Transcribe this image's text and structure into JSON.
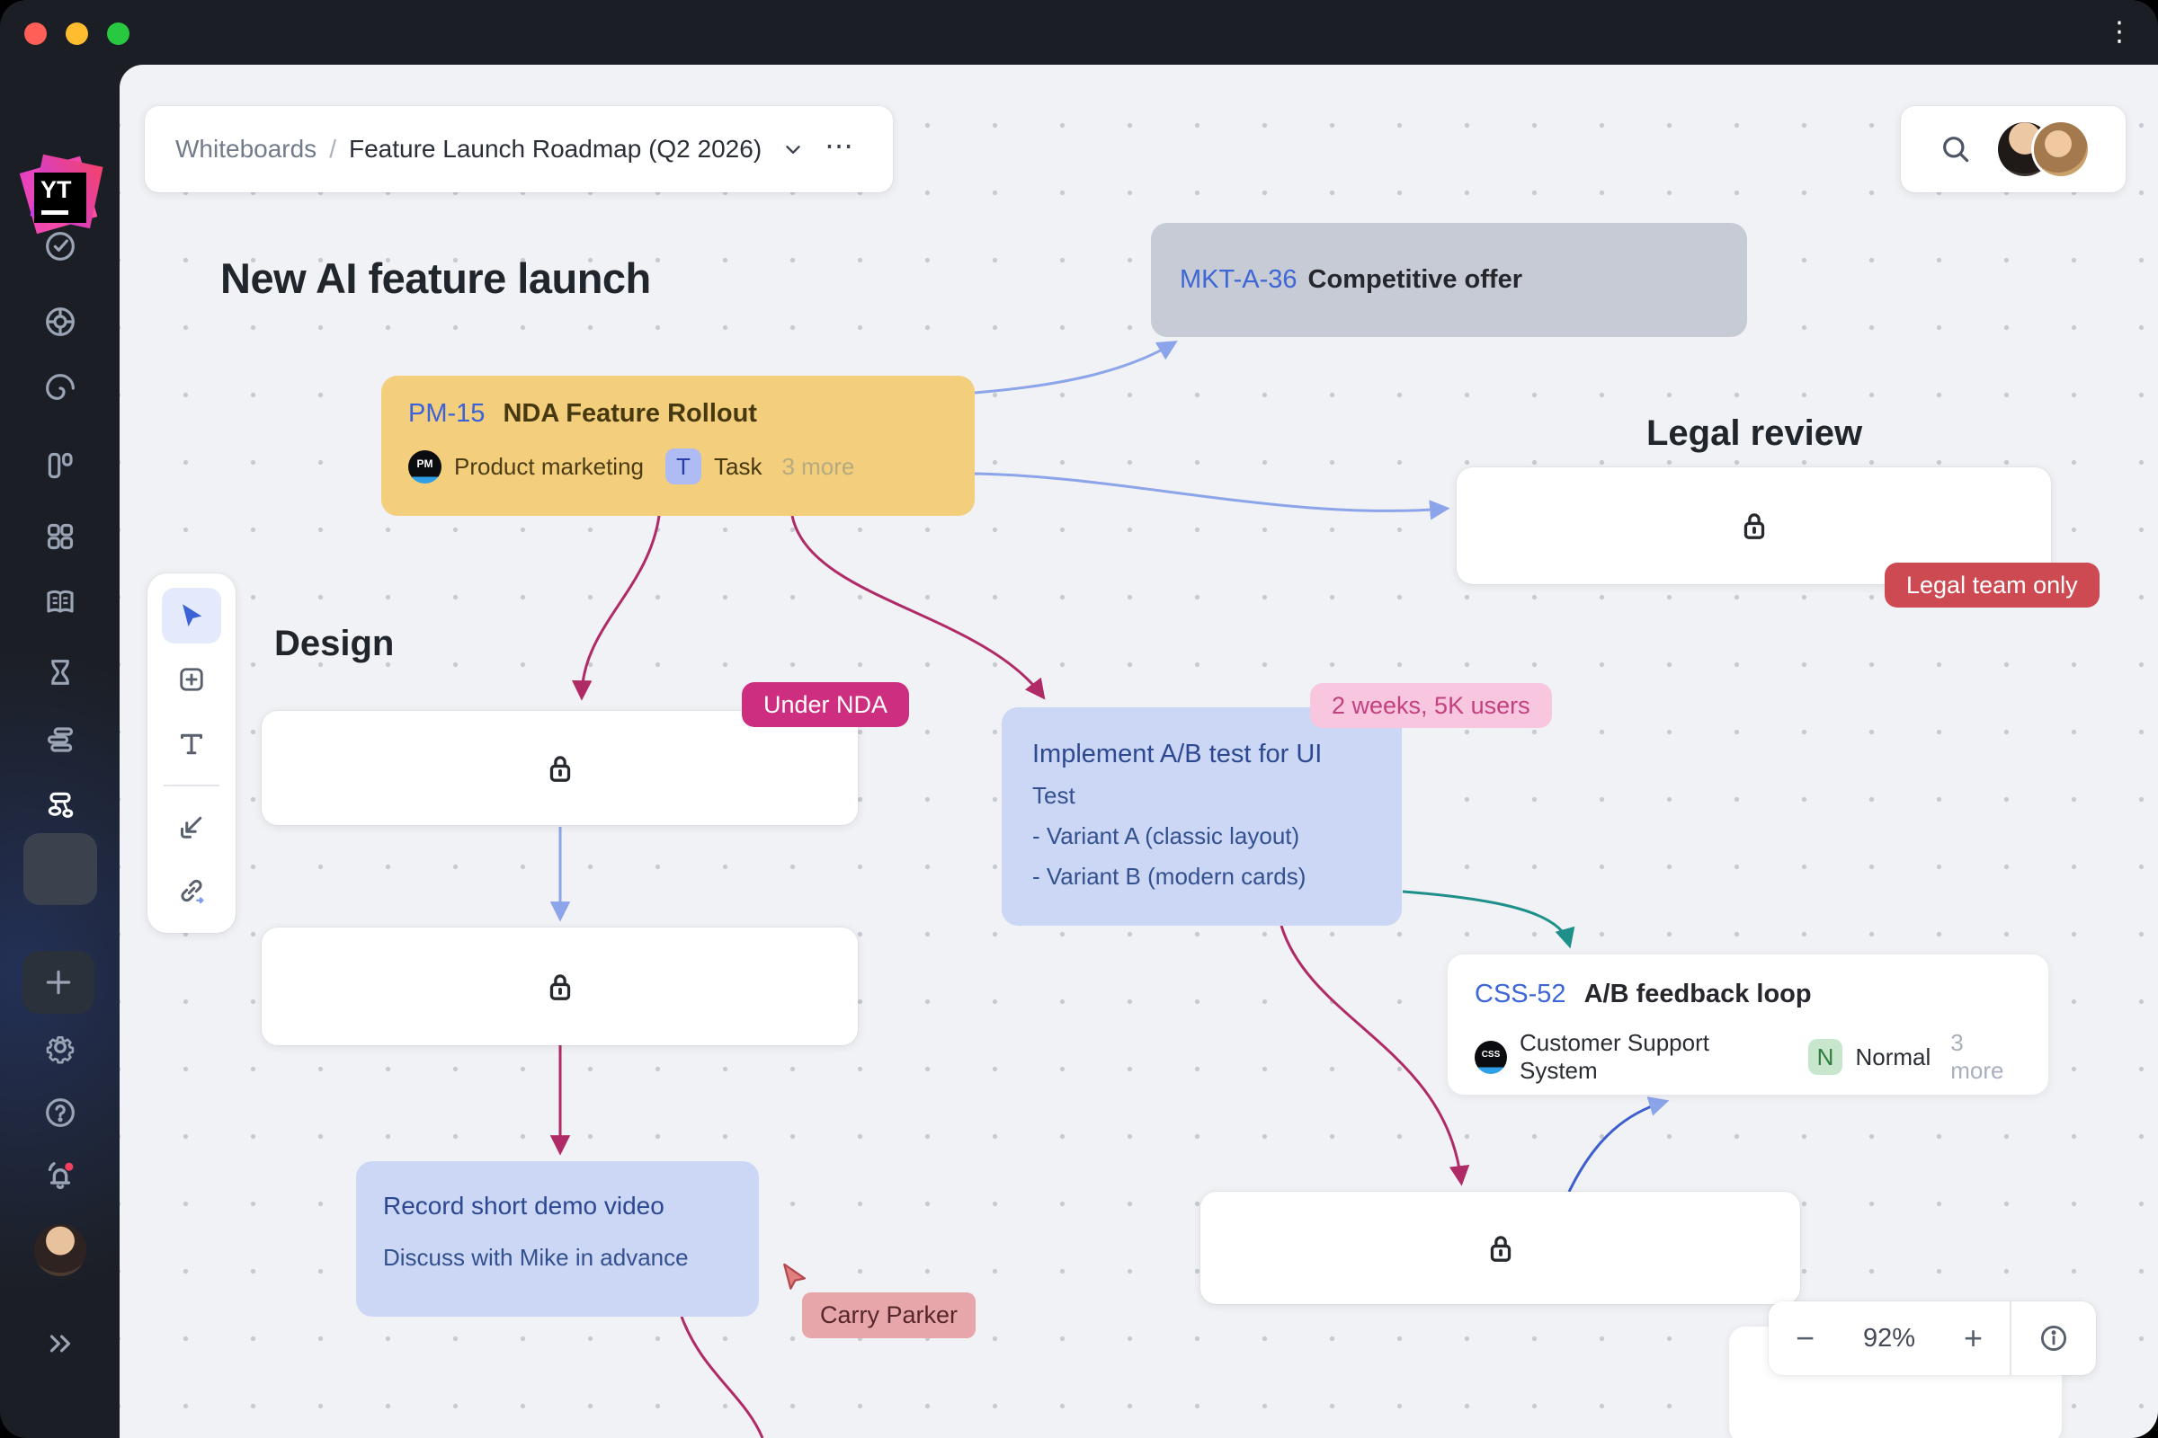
{
  "titlebar": {
    "menu_dots": "⋮"
  },
  "breadcrumb": {
    "root": "Whiteboards",
    "separator": "/",
    "current": "Feature Launch Roadmap (Q2 2026)",
    "more": "⋯"
  },
  "canvas": {
    "title": "New AI feature launch",
    "design_heading": "Design",
    "legal_heading": "Legal review",
    "cards": {
      "mkt": {
        "key": "MKT-A-36",
        "summary": "Competitive offer"
      },
      "pm": {
        "key": "PM-15",
        "summary": "NDA Feature Rollout",
        "project_avatar": "PM",
        "project": "Product marketing",
        "type_letter": "T",
        "type": "Task",
        "more": "3 more"
      },
      "ab": {
        "title": "Implement A/B test for UI",
        "line1": "Test",
        "line2": "- Variant A (classic layout)",
        "line3": "- Variant B (modern cards)"
      },
      "css": {
        "key": "CSS-52",
        "summary": "A/B feedback loop",
        "project_avatar": "CSS",
        "project": "Customer Support System",
        "priority_letter": "N",
        "priority": "Normal",
        "more": "3 more"
      },
      "record": {
        "title": "Record short demo video",
        "note": "Discuss with Mike in advance"
      }
    },
    "badges": {
      "under_nda": "Under NDA",
      "legal_team_only": "Legal team only",
      "two_weeks": "2 weeks, 5K users"
    },
    "collaborator": {
      "name": "Carry Parker"
    }
  },
  "zoom_bar": {
    "minus": "−",
    "level": "92%",
    "plus": "+"
  },
  "colors": {
    "crimson_connector": "#b02a66",
    "blue_connector": "#8ca4ea",
    "teal_connector": "#1f8f8a",
    "key_blue": "#3d66d6",
    "badge_magenta": "#ce2e80",
    "badge_red": "#cd4a52",
    "badge_pink_bg": "#f8c6de",
    "card_yellow": "#f3ce7c",
    "card_gray": "#c7cbd5",
    "card_periwinkle": "#ccd7f5",
    "sidebar_bg": "#1b1e24",
    "canvas_bg": "#f1f2f5"
  }
}
